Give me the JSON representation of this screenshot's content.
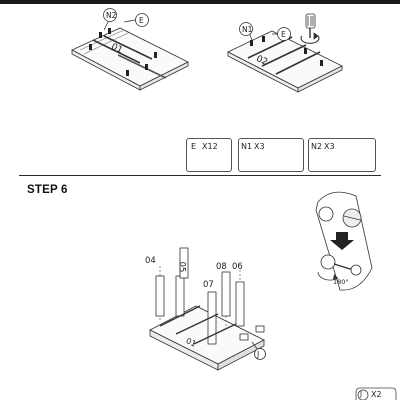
{
  "step": {
    "title": "STEP 6"
  },
  "top_left": {
    "callout_a": "N2",
    "callout_b": "E",
    "panel_label": "01"
  },
  "top_right": {
    "callout_a": "N1",
    "callout_b": "E",
    "panel_label": "02"
  },
  "parts_list": [
    {
      "id": "E",
      "qty": "X12"
    },
    {
      "id": "N1",
      "qty": "X3"
    },
    {
      "id": "N2",
      "qty": "X3"
    }
  ],
  "assembly": {
    "labels": {
      "p04": "04",
      "p05": "05",
      "p08": "08",
      "p06": "06",
      "p07": "07",
      "j": "J",
      "base": "01"
    }
  },
  "cam_detail": {
    "angle": "180°"
  },
  "bottom_parts": {
    "id": "J",
    "qty": "X2"
  }
}
